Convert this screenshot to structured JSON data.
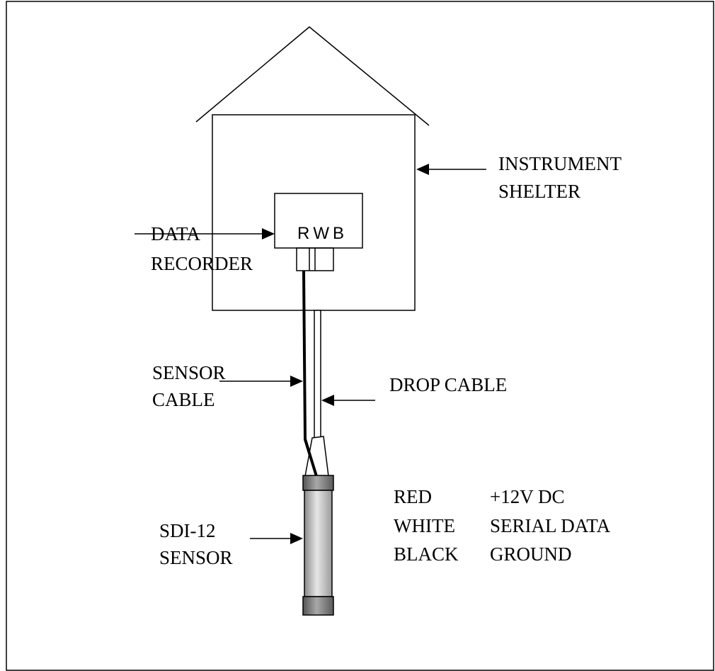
{
  "labels": {
    "instrument_shelter": [
      "INSTRUMENT",
      "SHELTER"
    ],
    "data_recorder": [
      "DATA",
      "RECORDER"
    ],
    "terminals": "R W B",
    "sensor_cable": [
      "SENSOR",
      "CABLE"
    ],
    "drop_cable": "DROP CABLE",
    "sdi12_sensor": [
      "SDI-12",
      "SENSOR"
    ]
  },
  "wiring_legend": [
    {
      "wire": "RED",
      "signal": "+12V DC"
    },
    {
      "wire": "WHITE",
      "signal": "SERIAL DATA"
    },
    {
      "wire": "BLACK",
      "signal": "GROUND"
    }
  ],
  "colors": {
    "line": "#000000",
    "background": "#ffffff",
    "sensor_body": "#c8c8c8",
    "sensor_cap": "#7a7a7a"
  }
}
